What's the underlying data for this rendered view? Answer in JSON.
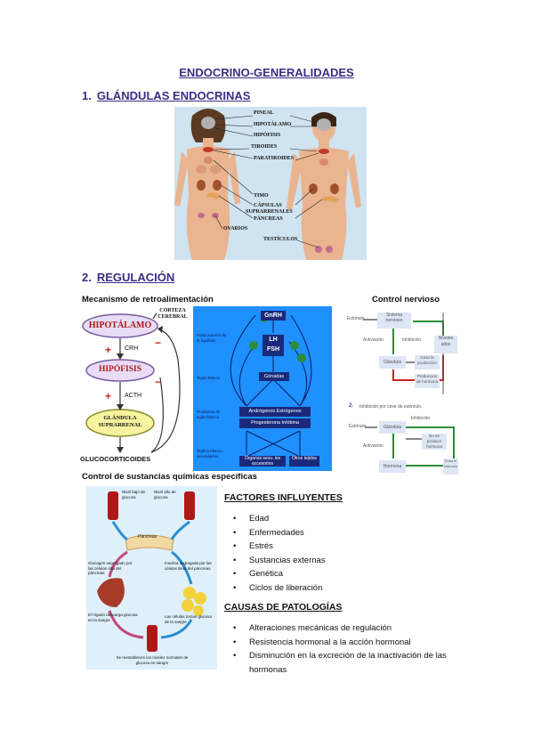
{
  "doc_title": "ENDOCRINO-GENERALIDADES",
  "section1": {
    "number": "1.",
    "title": "GLÁNDULAS ENDOCRINAS"
  },
  "glands_figure": {
    "labels": [
      "PINEAL",
      "HIPOTÁLAMO",
      "HIPÓFISIS",
      "TIROIDES",
      "PARATIROIDES",
      "TIMO",
      "CÁPSULAS",
      "SUPRARRENALES",
      "PÁNCREAS",
      "OVARIOS",
      "TESTÍCULOS"
    ]
  },
  "section2": {
    "number": "2.",
    "title": "REGULACIÓN"
  },
  "feedback": {
    "heading": "Mecanismo de retroalimentación",
    "hypothalamus": "HIPOTÁLAMO",
    "cortex": "CORTEZA CEREBRAL",
    "crh": "CRH",
    "hypophysis": "HIPÓFISIS",
    "acth": "ACTH",
    "adrenal": "GLÁNDULA SUPRARRENAL",
    "glucocorticoids": "GLUCOCORTICOIDES",
    "plus": "+",
    "minus": "−"
  },
  "blue_diagram": {
    "gnrh": "GnRH",
    "lh": "LH",
    "fsh": "FSH",
    "gonadas": "Gónadas",
    "androgens": "Andrógenos Estrógenos",
    "progesterone": "Progesterona Inhibina",
    "sex_organs": "Órganos sexu. les accesorios",
    "other_tissues": "Otros tejidos",
    "left_labels": [
      "Porta anterior de la hipófisis",
      "Tejido blanco",
      "Productos de tejido blanco",
      "Tejidos blanco secundarios"
    ]
  },
  "nervous": {
    "heading": "Control nervioso",
    "estimulo": "Estímulo",
    "sistema_nervioso": "Sistema nervioso",
    "activacion": "Activación",
    "inhibicion": "Inhibición",
    "glandula": "Glándula",
    "cesa_produccion": "Cesa la producción",
    "niveles_altos": "Niveles altos",
    "produccion_hormona": "Producción de hormona",
    "step2_number": "2.",
    "step2_text": "Inhibición por cese de estímulo.",
    "no_se_produce": "No se produce hormona",
    "hormona": "Hormona",
    "cesa_estimulo": "Cesa el estímulo"
  },
  "chemical": {
    "heading": "Control de sustancias químicas específicas",
    "low_glucose": "Nivel bajo de glucosa",
    "high_glucose": "Nivel alto de glucosa",
    "pancreas": "Páncreas",
    "glucagon": "Glucagón segregado por las células Alfa del páncreas",
    "insulin": "Insulina segregada por las células Beta del páncreas",
    "liver": "El hígado descarga glucosa en la sangre",
    "cells": "Las células toman glucosa de la sangre",
    "normal": "Se reestablecen los niveles normales de glucosa en sangre"
  },
  "factors": {
    "heading": "FACTORES INFLUYENTES",
    "items": [
      "Edad",
      "Enfermedades",
      "Estrés",
      "Sustancias externas",
      "Genética",
      "Ciclos de liberación"
    ]
  },
  "causes": {
    "heading": "CAUSAS DE PATOLOGÍAS",
    "items": [
      "Alteraciones mecánicas de regulación",
      "Resistencia hormonal a la acción hormonal",
      "Disminución en la excreción de la inactivación de las hormonas"
    ]
  },
  "colors": {
    "heading": "#3d2c86",
    "blue_panel": "#1e90ff",
    "red": "#cc1f1f",
    "green": "#2e8b3a"
  }
}
